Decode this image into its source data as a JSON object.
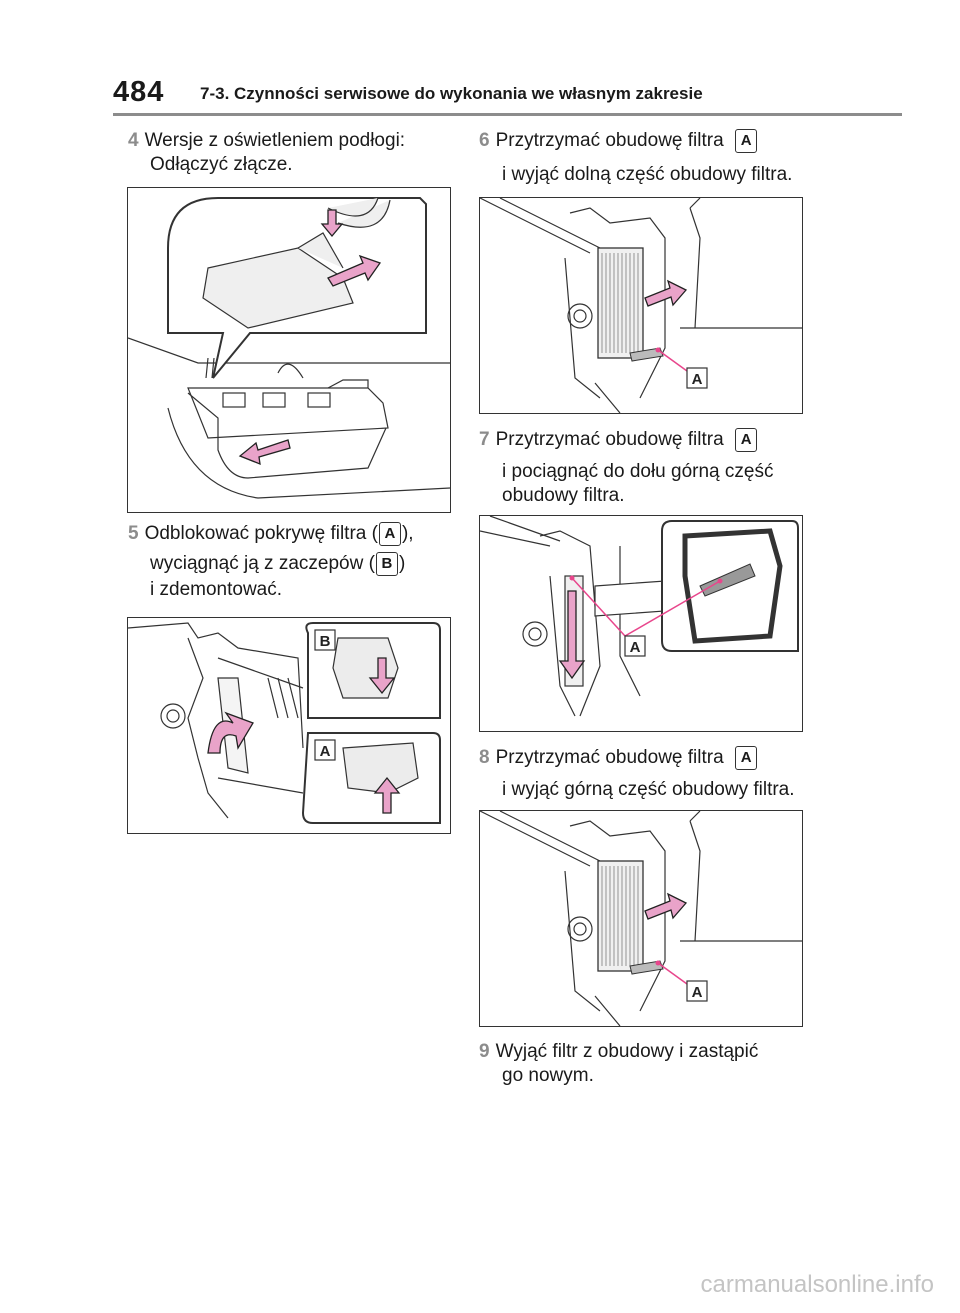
{
  "header": {
    "page_number": "484",
    "section_title": "7-3. Czynności serwisowe do wykonania we własnym zakresie"
  },
  "steps": {
    "s4": {
      "num": "4",
      "line1": "Wersje z oświetleniem podłogi:",
      "line2": "Odłączyć złącze."
    },
    "s5": {
      "num": "5",
      "line1a": "Odblokować pokrywę filtra (",
      "line1b": "),",
      "line2a": "wyciągnąć ją z zaczepów (",
      "line2b": ")",
      "line3": "i zdemontować."
    },
    "s6": {
      "num": "6",
      "line1": "Przytrzymać obudowę filtra",
      "line2": "i wyjąć dolną część obudowy filtra."
    },
    "s7": {
      "num": "7",
      "line1": "Przytrzymać obudowę filtra",
      "line2": "i pociągnąć do dołu górną część",
      "line3": "obudowy filtra."
    },
    "s8": {
      "num": "8",
      "line1": "Przytrzymać obudowę filtra",
      "line2": "i wyjąć górną część obudowy filtra."
    },
    "s9": {
      "num": "9",
      "line1": "Wyjąć filtr z obudowy i zastąpić",
      "line2": "go nowym."
    }
  },
  "labels": {
    "a": "A",
    "b": "B"
  },
  "colors": {
    "arrow": "#e9a3c9",
    "arrow_stroke": "#222222",
    "pointer": "#e8468c",
    "step_num": "#8c8c8c"
  },
  "watermark": "carmanualsonline.info"
}
